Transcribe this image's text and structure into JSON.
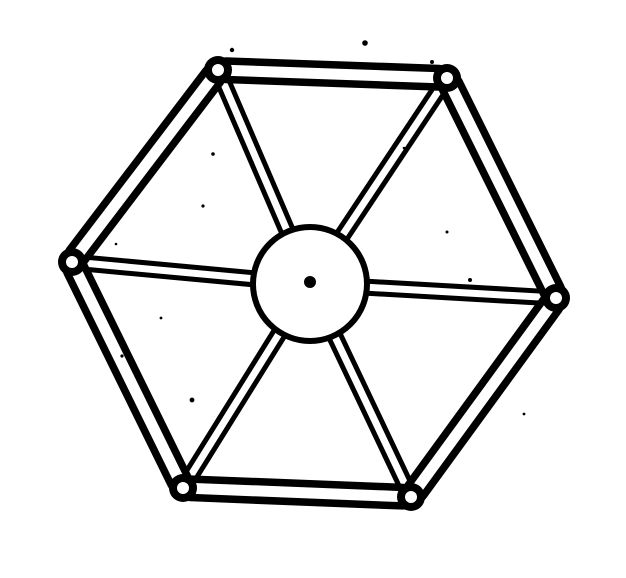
{
  "figure": {
    "kind": "line-drawing",
    "subject": "hexagon-wheel",
    "rim_segment_count": 6,
    "spoke_count": 6,
    "has_hub": true,
    "has_hub_center_dot": true,
    "colors": {
      "background": "#ffffff",
      "ink": "#000000"
    }
  }
}
